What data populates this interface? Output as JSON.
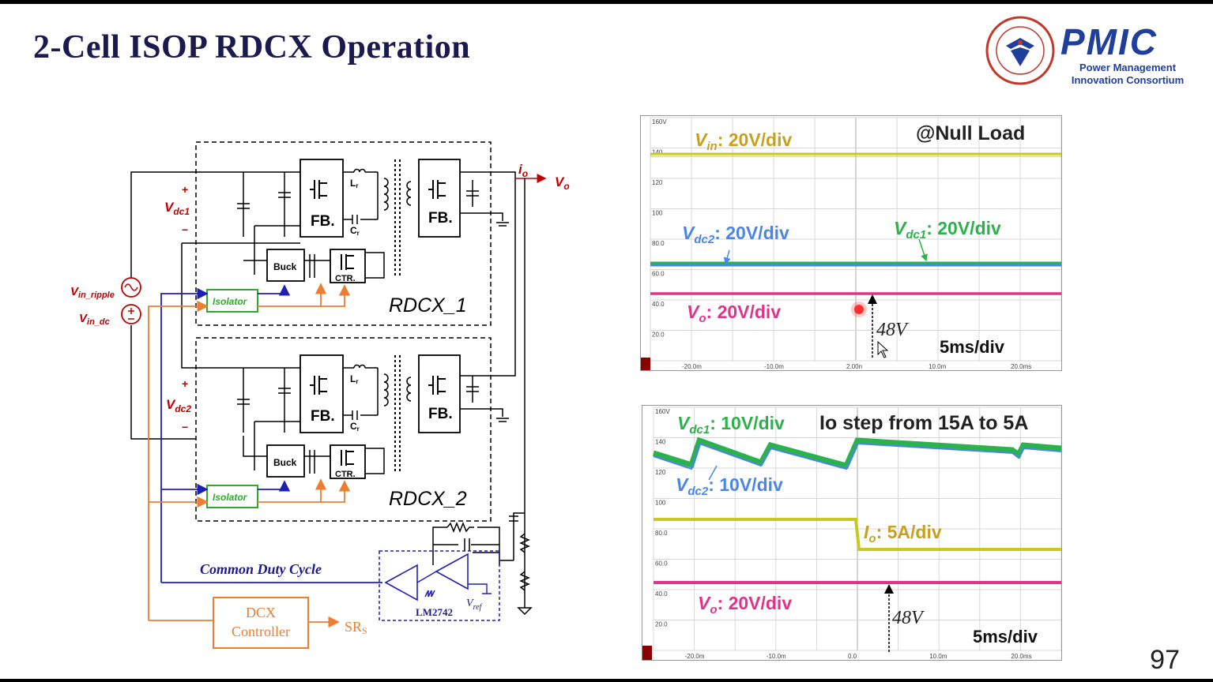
{
  "title": "2-Cell ISOP RDCX Operation",
  "page_number": "97",
  "logo": {
    "name": "PMIC",
    "sub_line1": "Power Management",
    "sub_line2": "Innovation Consortium",
    "seal_icon": "zhejiang-university-seal"
  },
  "schematic": {
    "vin_ripple": "V",
    "vin_ripple_sub": "in_ripple",
    "vin_dc": "V",
    "vin_dc_sub": "in_dc",
    "vdc1": "V",
    "vdc1_sub": "dc1",
    "vdc2": "V",
    "vdc2_sub": "dc2",
    "plus": "+",
    "minus": "−",
    "io": "i",
    "io_sub": "o",
    "vo": "V",
    "vo_sub": "o",
    "fb": "FB.",
    "lr": "L",
    "lr_sub": "r",
    "cr": "C",
    "cr_sub": "r",
    "buck": "Buck",
    "ctr": "CTR.",
    "isolator": "Isolator",
    "rdcx1": "RDCX_1",
    "rdcx2": "RDCX_2",
    "common_duty": "Common Duty Cycle",
    "lm2742": "LM2742",
    "vref": "V",
    "vref_sub": "ref",
    "dcx_controller_1": "DCX",
    "dcx_controller_2": "Controller",
    "srs": "SR",
    "srs_sub": "S",
    "colors": {
      "red": "#c00000",
      "blue": "#1f1fb4",
      "orange": "#ed7d31",
      "green": "#2eaa2e",
      "darkblue": "#1a1a8c"
    }
  },
  "scope1": {
    "y_ticks": [
      "160V",
      "140",
      "120",
      "100",
      "80.0",
      "60.0",
      "40.0",
      "20.0"
    ],
    "x_ticks": [
      "-20.0m",
      "-10.0m",
      "2.00n",
      "10.0m",
      "20.0ms"
    ],
    "vin_label": "V",
    "vin_sub": "in",
    "vin_scale": ": 20V/div",
    "null_load": "@Null Load",
    "vdc2_label": "V",
    "vdc2_sub": "dc2",
    "vdc2_scale": ": 20V/div",
    "vdc1_label": "V",
    "vdc1_sub": "dc1",
    "vdc1_scale": ": 20V/div",
    "vo_label": "V",
    "vo_sub": "o",
    "vo_scale": ": 20V/div",
    "amplitude": "48V",
    "timebase": "5ms/div",
    "colors": {
      "vin": "#c8c820",
      "vdc1": "#2bb24c",
      "vdc2": "#4a86e8",
      "vo": "#e0338a"
    }
  },
  "scope2": {
    "y_ticks": [
      "160V",
      "140",
      "120",
      "100",
      "80.0",
      "60.0",
      "40.0",
      "20.0"
    ],
    "x_ticks": [
      "-20.0m",
      "-10.0m",
      "0.0",
      "10.0m",
      "20.0ms"
    ],
    "vdc1_label": "V",
    "vdc1_sub": "dc1",
    "vdc1_scale": ": 10V/div",
    "step": "Io step from 15A to 5A",
    "vdc2_label": "V",
    "vdc2_sub": "dc2",
    "vdc2_scale": ": 10V/div",
    "io_label": "I",
    "io_sub": "o",
    "io_scale": ": 5A/div",
    "vo_label": "V",
    "vo_sub": "o",
    "vo_scale": ": 20V/div",
    "amplitude": "48V",
    "timebase": "5ms/div",
    "colors": {
      "io": "#c8c820",
      "vdc1": "#2bb24c",
      "vdc2": "#4a86e8",
      "vo": "#e0338a"
    }
  }
}
